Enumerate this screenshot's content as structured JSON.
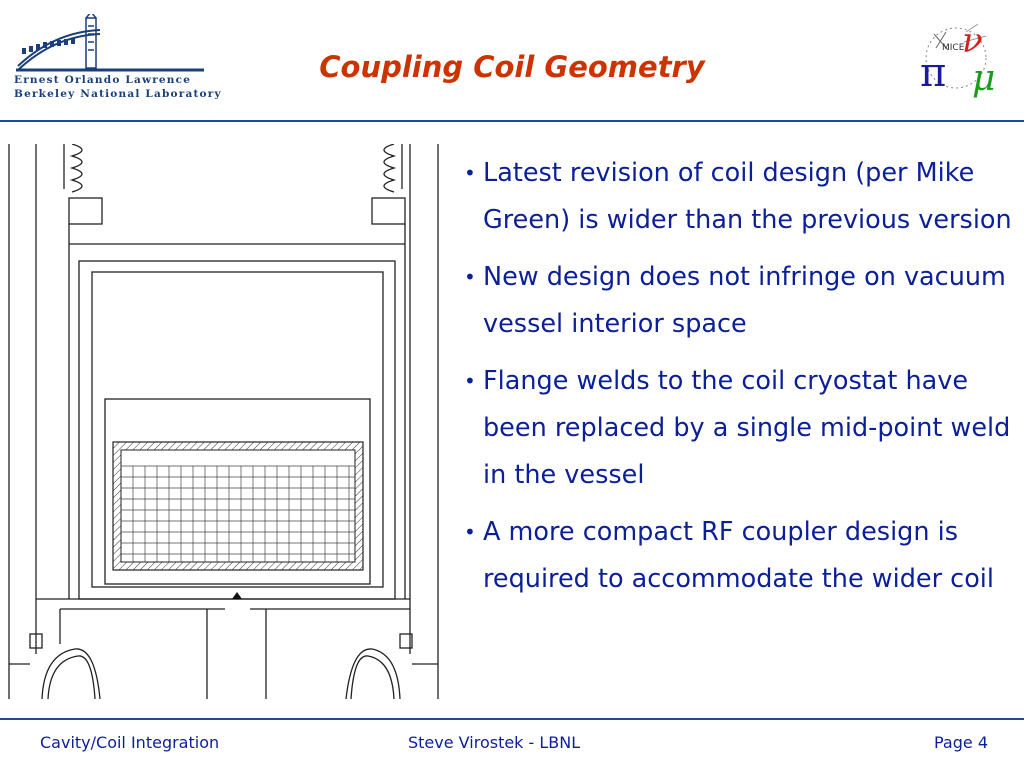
{
  "header": {
    "lab_name_line1": "Ernest Orlando Lawrence",
    "lab_name_line2": "Berkeley National Laboratory",
    "title": "Coupling Coil Geometry",
    "mice_logo_text": "MICE"
  },
  "bullets": [
    "Latest revision of coil design (per Mike Green) is wider than the previous version",
    "New design does not infringe on vacuum vessel interior space",
    "Flange welds to the coil cryostat have been replaced by a single mid-point weld in the vessel",
    "A more compact RF coupler design is required to accommodate the wider coil"
  ],
  "footer": {
    "left": "Cavity/Coil Integration",
    "center": "Steve Virostek - LBNL",
    "right": "Page 4"
  },
  "colors": {
    "title": "#cc3300",
    "text": "#0b1f99",
    "rule": "#1f4a99",
    "lbnl_blue": "#1a3f7a"
  }
}
